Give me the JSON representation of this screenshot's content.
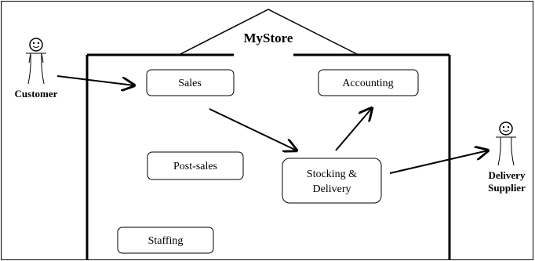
{
  "diagram": {
    "title": "MyStore",
    "actors": {
      "customer": {
        "label": "Customer"
      },
      "delivery_supplier": {
        "label_line1": "Delivery",
        "label_line2": "Supplier"
      }
    },
    "processes": {
      "sales": "Sales",
      "accounting": "Accounting",
      "post_sales": "Post-sales",
      "stocking_line1": "Stocking &",
      "stocking_line2": "Delivery",
      "staffing": "Staffing"
    },
    "colors": {
      "stroke": "#000000",
      "background": "#ffffff"
    }
  }
}
